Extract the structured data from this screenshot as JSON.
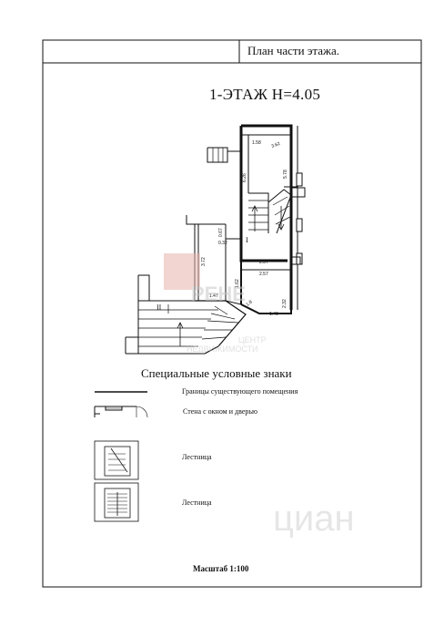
{
  "header": {
    "title": "План части этажа."
  },
  "floor": {
    "label": "1-ЭТАЖ  Н=4.05"
  },
  "plan": {
    "dimensions": [
      "1.58",
      "3.62",
      "5.78",
      "6.26",
      "0.67",
      "0.32",
      "3.72",
      "2.37",
      "2.57",
      "1.62",
      "1.47",
      "1.46",
      "2.32",
      "1.8"
    ],
    "rooms": [
      "I",
      "II"
    ]
  },
  "legend": {
    "title": "Специальные условные знаки",
    "items": [
      {
        "label": "Границы существующего помещения",
        "icon": "boundary-line-icon"
      },
      {
        "label": "Стена с окном и дверью",
        "icon": "wall-window-door-icon"
      },
      {
        "label": "Лестница",
        "icon": "staircase-icon"
      },
      {
        "label": "Лестница",
        "icon": "staircase-icon"
      }
    ]
  },
  "scale": {
    "label": "Масштаб 1:100"
  },
  "watermarks": {
    "brand_main": "РЕНЕ",
    "brand_sub1": "ЦЕНТР",
    "brand_sub2": "НЕДВИЖИМОСТИ",
    "site": "циан"
  },
  "colors": {
    "line": "#111111",
    "watermark_red": "#c0392b",
    "watermark_gray": "#b8b8b8"
  }
}
